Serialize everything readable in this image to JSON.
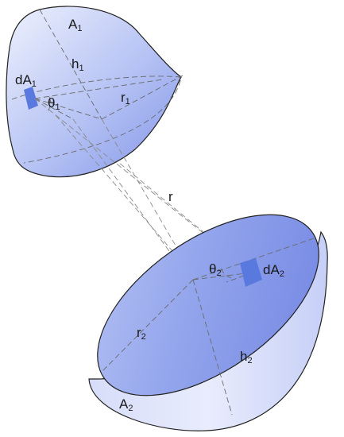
{
  "labels": {
    "A1": {
      "main": "A",
      "sub": "1"
    },
    "h1": {
      "main": "h",
      "sub": "1"
    },
    "dA1": {
      "main": "dA",
      "sub": "1"
    },
    "theta1": {
      "main": "θ",
      "sub": "1"
    },
    "r1": {
      "main": "r",
      "sub": "1"
    },
    "r": {
      "main": "r"
    },
    "theta2": {
      "main": "θ",
      "sub": "2"
    },
    "dA2": {
      "main": "dA",
      "sub": "2"
    },
    "r2": {
      "main": "r",
      "sub": "2"
    },
    "h2": {
      "main": "h",
      "sub": "2"
    },
    "A2": {
      "main": "A",
      "sub": "2"
    }
  },
  "colors": {
    "surface_light": "#eef1fd",
    "surface_mid": "#a9b8f2",
    "surface_dark": "#7c8fe6",
    "patch": "#5a79df",
    "outline": "#222222",
    "dash": "#6a6a6a"
  }
}
